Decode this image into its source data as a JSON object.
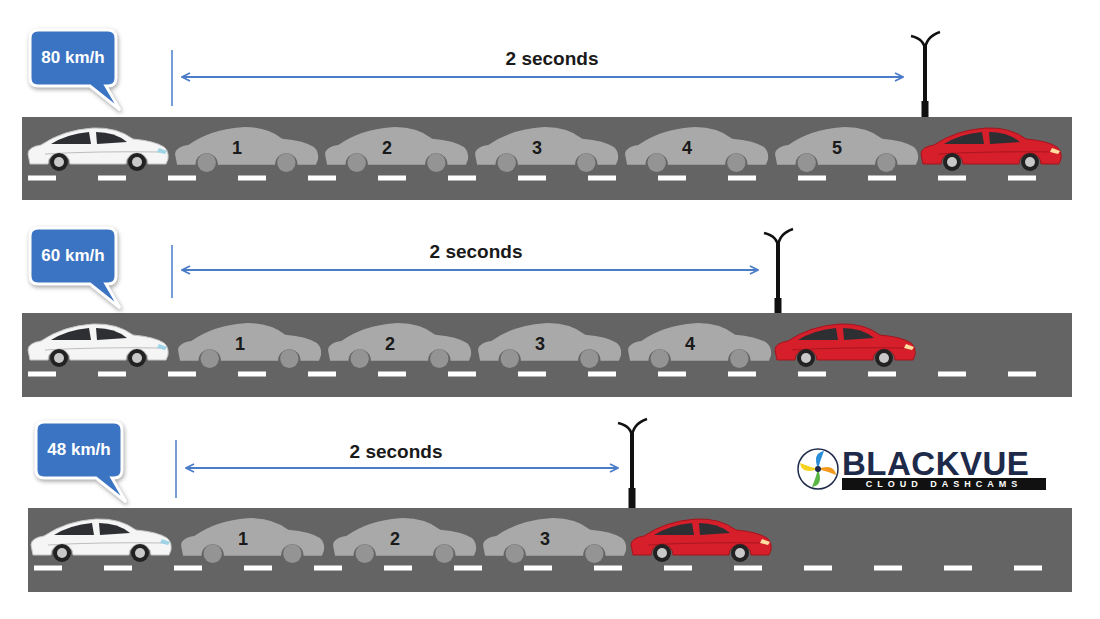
{
  "diagram": {
    "nodes": [
      {
        "text": [
          "80 km/h"
        ]
      },
      {
        "text": [
          "1"
        ]
      },
      {
        "text": [
          "2"
        ]
      },
      {
        "text": [
          "3"
        ]
      },
      {
        "text": [
          "4"
        ]
      },
      {
        "text": [
          "5"
        ]
      },
      {
        "text": [
          "60 km/h"
        ]
      },
      {
        "text": [
          "1"
        ]
      },
      {
        "text": [
          "2"
        ]
      },
      {
        "text": [
          "3"
        ]
      },
      {
        "text": [
          "4"
        ]
      },
      {
        "text": [
          "48 km/h"
        ]
      },
      {
        "text": [
          "1"
        ]
      },
      {
        "text": [
          "2"
        ]
      },
      {
        "text": [
          "3"
        ]
      }
    ],
    "labels": [
      "2 seconds",
      "2 seconds",
      "2 seconds",
      "BLACKVUE",
      "CLOUD DASHCAMS"
    ]
  }
}
